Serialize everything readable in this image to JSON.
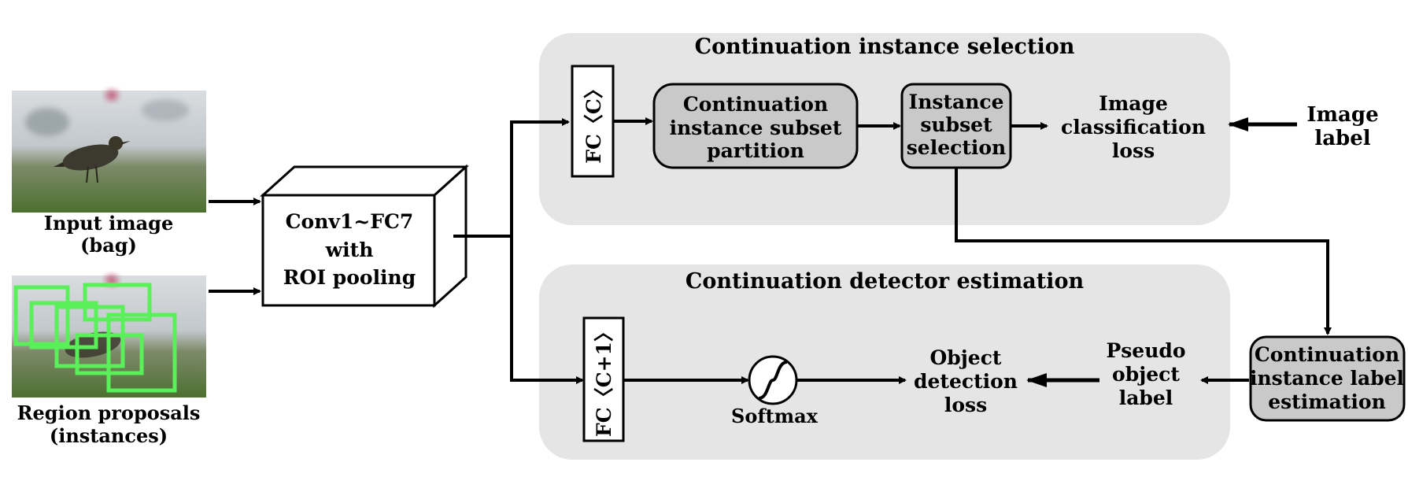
{
  "input_image": {
    "caption_line1": "Input image",
    "caption_line2": "(bag)"
  },
  "region_proposals": {
    "caption_line1": "Region proposals",
    "caption_line2": "(instances)"
  },
  "backbone": {
    "line1": "Conv1~FC7",
    "line2": "with",
    "line3": "ROI pooling"
  },
  "selection_panel": {
    "title": "Continuation instance selection",
    "fc": "FC〈C〉",
    "partition": [
      "Continuation",
      "instance subset",
      "partition"
    ],
    "subset_selection": [
      "Instance",
      "subset",
      "selection"
    ],
    "loss": [
      "Image",
      "classification",
      "loss"
    ],
    "image_label": [
      "Image",
      "label"
    ]
  },
  "detector_panel": {
    "title": "Continuation detector estimation",
    "fc": "FC〈C+1〉",
    "softmax": "Softmax",
    "loss": [
      "Object",
      "detection",
      "loss"
    ],
    "pseudo_label": [
      "Pseudo",
      "object",
      "label"
    ]
  },
  "label_estimation": [
    "Continuation",
    "instance label",
    "estimation"
  ],
  "colors": {
    "panel_bg": "#e5e5e5",
    "block_fill": "#c9c9c9",
    "proposal_box": "#59f05a",
    "stroke": "#000000"
  }
}
